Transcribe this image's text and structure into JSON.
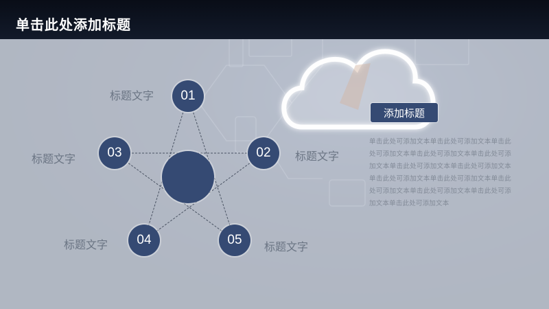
{
  "slide": {
    "title": "单击此处添加标题"
  },
  "diagram": {
    "nodes": [
      {
        "number": "01",
        "label": "标题文字"
      },
      {
        "number": "02",
        "label": "标题文字"
      },
      {
        "number": "03",
        "label": "标题文字"
      },
      {
        "number": "04",
        "label": "标题文字"
      },
      {
        "number": "05",
        "label": "标题文字"
      }
    ]
  },
  "text_block": {
    "heading": "添加标题",
    "body": "单击此处可添加文本单击此处可添加文本单击此处可添加文本单击此处可添加文本单击此处可添加文本单击此处可添加文本单击此处可添加文本单击此处可添加文本单击此处可添加文本单击此处可添加文本单击此处可添加文本单击此处可添加文本单击此处可添加文本"
  },
  "colors": {
    "node_fill": "#354a73",
    "overlay": "#d4dbe5",
    "header": "#0c1220"
  }
}
